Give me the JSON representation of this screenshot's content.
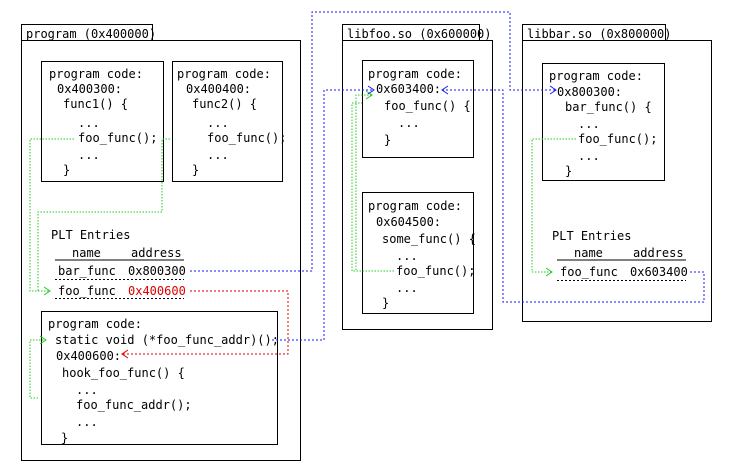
{
  "program": {
    "title": "program (0x400000)",
    "code1": {
      "header": "program code:",
      "addr": "0x400300:",
      "fn": "func1() {",
      "dots1": "...",
      "call": "foo_func();",
      "dots2": "...",
      "close": "}"
    },
    "code2": {
      "header": "program code:",
      "addr": "0x400400:",
      "fn": "func2() {",
      "dots1": "...",
      "call": "foo_func();",
      "dots2": "...",
      "close": "}"
    },
    "plt": {
      "title": "PLT Entries",
      "col_name": "name",
      "col_addr": "address",
      "rows": [
        {
          "name": "bar_func",
          "addr": "0x800300"
        },
        {
          "name": "foo_func",
          "addr": "0x400600"
        }
      ]
    },
    "code3": {
      "header": "program code:",
      "decl": "static void (*foo_func_addr)();",
      "addr": "0x400600:",
      "fn": "hook_foo_func() {",
      "dots1": "...",
      "call": "foo_func_addr();",
      "dots2": "...",
      "close": "}"
    }
  },
  "libfoo": {
    "title": "libfoo.so (0x600000)",
    "code1": {
      "header": "program code:",
      "addr": "0x603400:",
      "fn": "foo_func() {",
      "dots": "...",
      "close": "}"
    },
    "code2": {
      "header": "program code:",
      "addr": "0x604500:",
      "fn": "some_func() {",
      "dots1": "...",
      "call": "foo_func();",
      "dots2": "...",
      "close": "}"
    }
  },
  "libbar": {
    "title": "libbar.so (0x800000)",
    "code1": {
      "header": "program code:",
      "addr": "0x800300:",
      "fn": "bar_func() {",
      "dots1": "...",
      "call": "foo_func();",
      "dots2": "...",
      "close": "}"
    },
    "plt": {
      "title": "PLT Entries",
      "col_name": "name",
      "col_addr": "address",
      "rows": [
        {
          "name": "foo_func",
          "addr": "0x603400"
        }
      ]
    }
  },
  "colors": {
    "green": "#22cc22",
    "blue": "#1a1aff",
    "red": "#e00000"
  }
}
